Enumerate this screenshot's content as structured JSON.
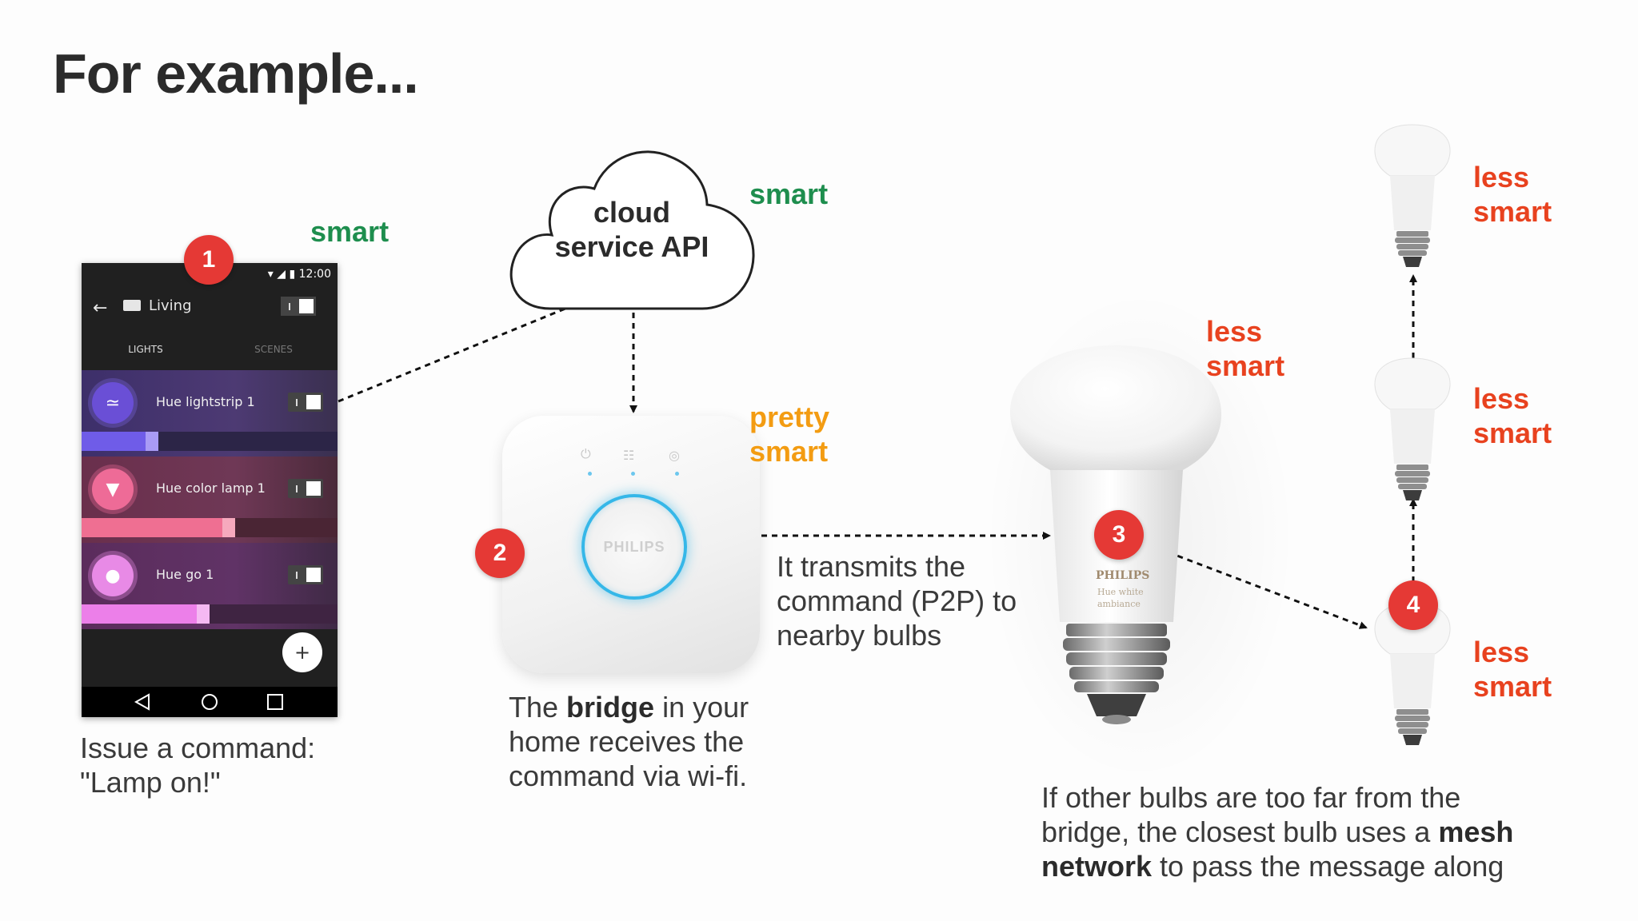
{
  "slide": {
    "title": "For example..."
  },
  "labels": {
    "smart_phone": "smart",
    "smart_cloud": "smart",
    "pretty_smart": "pretty smart",
    "less_smart_big": "less smart",
    "less_smart_top": "less smart",
    "less_smart_mid": "less smart",
    "less_smart_bottom": "less smart"
  },
  "cloud": {
    "label": "cloud service API"
  },
  "badges": {
    "phone": "1",
    "bridge": "2",
    "big_bulb": "3",
    "mesh_bulb": "4"
  },
  "captions": {
    "phone": "Issue a command: \"Lamp on!\"",
    "bridge_pre": "The ",
    "bridge_bold": "bridge",
    "bridge_post": " in your home receives the command via wi-fi.",
    "transmit": "It transmits the command (P2P) to nearby bulbs",
    "mesh_pre": "If other bulbs are too far from the bridge, the closest bulb uses a ",
    "mesh_bold": "mesh network",
    "mesh_post": " to pass the message along"
  },
  "phone_app": {
    "status_time": "12:00",
    "room": "Living",
    "tabs": [
      "LIGHTS",
      "SCENES"
    ],
    "lights": [
      {
        "name": "Hue lightstrip 1",
        "level": 0.3
      },
      {
        "name": "Hue color lamp 1",
        "level": 0.6
      },
      {
        "name": "Hue go 1",
        "level": 0.5
      }
    ],
    "fab": "+"
  },
  "bridge_device": {
    "brand": "PHILIPS"
  },
  "bulb": {
    "brand": "PHILIPS",
    "model_line1": "Hue white",
    "model_line2": "ambiance"
  },
  "colors": {
    "smart": "#1e8e4e",
    "pretty_smart": "#f39c12",
    "less_smart": "#e8421f",
    "badge": "#e53935",
    "bridge_ring": "#35b7e8"
  }
}
